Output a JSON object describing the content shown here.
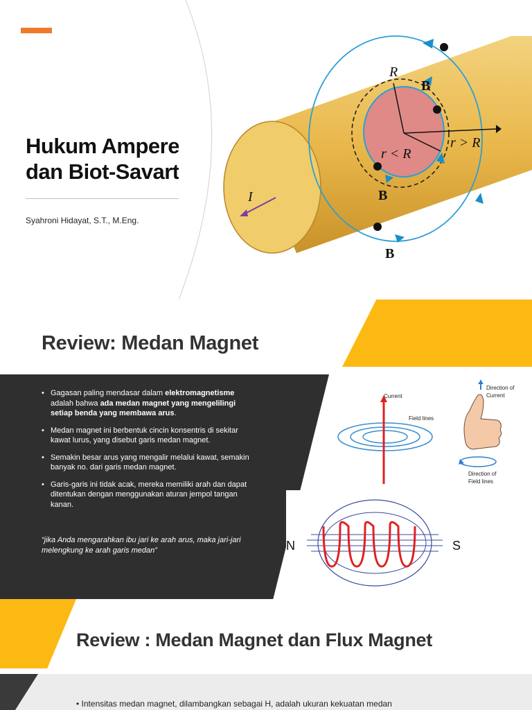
{
  "slide1": {
    "title_line1": "Hukum Ampere",
    "title_line2": "dan Biot-Savart",
    "author": "Syahroni Hidayat, S.T., M.Eng.",
    "figure": {
      "label_R": "R",
      "label_B_top": "B",
      "label_r_less": "r < R",
      "label_r_greater": "r > R",
      "label_B_mid": "B",
      "label_I": "I",
      "label_B_bottom": "B"
    }
  },
  "slide2": {
    "title": "Review: Medan Magnet",
    "bullets": [
      {
        "pre": "Gagasan paling mendasar dalam ",
        "bold1": "elektromagnetisme",
        "mid": " adalah bahwa ",
        "bold2": "ada medan magnet yang mengelilingi setiap benda yang membawa arus",
        "post": "."
      },
      {
        "text": "Medan magnet ini berbentuk cincin konsentris di sekitar kawat lurus, yang disebut garis medan magnet."
      },
      {
        "text": "Semakin besar arus yang mengalir melalui kawat, semakin banyak no. dari garis medan magnet."
      },
      {
        "text": "Garis-garis ini tidak acak, mereka memiliki arah dan dapat ditentukan dengan menggunakan aturan jempol tangan kanan."
      }
    ],
    "quote": "“jika Anda mengarahkan ibu jari ke arah arus, maka jari-jari melengkung ke arah garis medan”",
    "figure1": {
      "current": "Current",
      "field_lines": "Field lines",
      "direction_current_1": "Direction of",
      "direction_current_2": "Current",
      "direction_field_1": "Direction of",
      "direction_field_2": "Field lines"
    },
    "figure2": {
      "north": "N",
      "south": "S"
    }
  },
  "slide3": {
    "title": "Review : Medan Magnet dan Flux Magnet",
    "bullet": "Intensitas medan magnet, dilambangkan sebagai H, adalah ukuran kekuatan medan"
  }
}
